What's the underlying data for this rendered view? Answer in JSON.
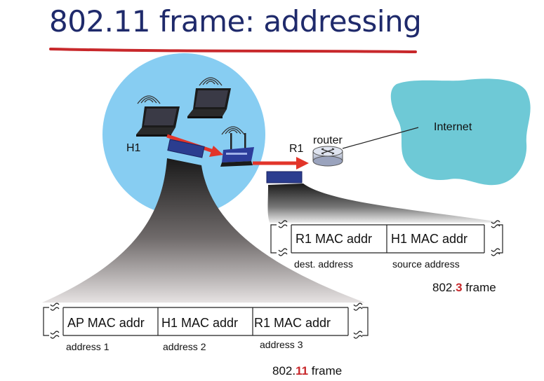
{
  "title": "802.11 frame: addressing",
  "colors": {
    "title": "#1f2a6b",
    "underline": "#c8282b",
    "bss_circle": "#87cdf2",
    "internet_cloud": "#6ec9d6",
    "arrow": "#e2352a",
    "frame_marker": "#2b3d8f",
    "highlight_digit": "#c8282b"
  },
  "nodes": {
    "host_label": "H1",
    "ap_router_label": "R1",
    "router_label": "router",
    "internet_label": "Internet"
  },
  "icons": [
    "laptop-icon",
    "laptop-icon",
    "laptop-icon",
    "wireless-ap-icon",
    "router-icon",
    "internet-cloud"
  ],
  "frame_80211": {
    "fields": [
      "AP MAC addr",
      "H1 MAC addr",
      "R1 MAC addr"
    ],
    "field_labels": [
      "address 1",
      "address 2",
      "address 3"
    ],
    "caption_prefix": "802.",
    "caption_number": "11",
    "caption_suffix": " frame"
  },
  "frame_8023": {
    "fields": [
      "R1 MAC addr",
      "H1 MAC addr"
    ],
    "field_labels": [
      "dest. address",
      "source address"
    ],
    "caption_prefix": "802.",
    "caption_number": "3",
    "caption_suffix": " frame"
  }
}
